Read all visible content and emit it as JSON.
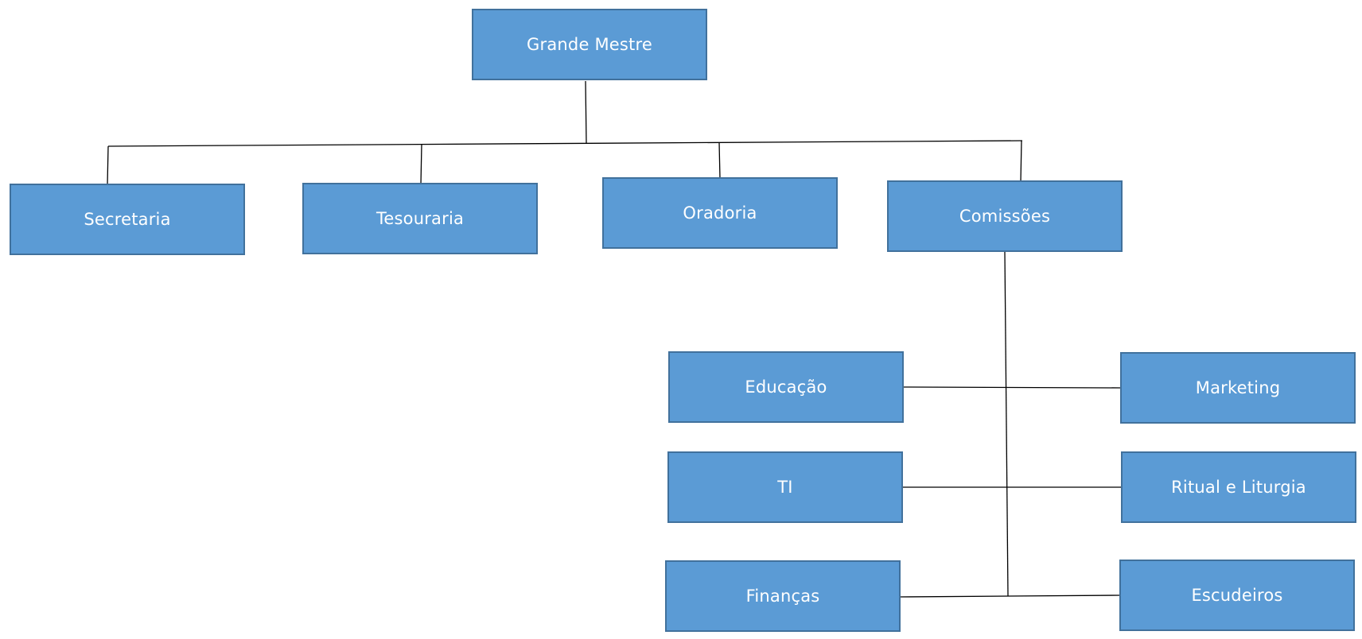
{
  "colors": {
    "box_fill": "#5b9bd5",
    "box_border": "#41719c",
    "box_text": "#ffffff",
    "connector": "#000000",
    "background": "#ffffff"
  },
  "root": {
    "label": "Grande Mestre"
  },
  "departments": [
    {
      "label": "Secretaria"
    },
    {
      "label": "Tesouraria"
    },
    {
      "label": "Oradoria"
    },
    {
      "label": "Comissões"
    }
  ],
  "commissions": {
    "left": [
      {
        "label": "Educação"
      },
      {
        "label": "TI"
      },
      {
        "label": "Finanças"
      }
    ],
    "right": [
      {
        "label": "Marketing"
      },
      {
        "label": "Ritual e Liturgia"
      },
      {
        "label": "Escudeiros"
      }
    ]
  }
}
